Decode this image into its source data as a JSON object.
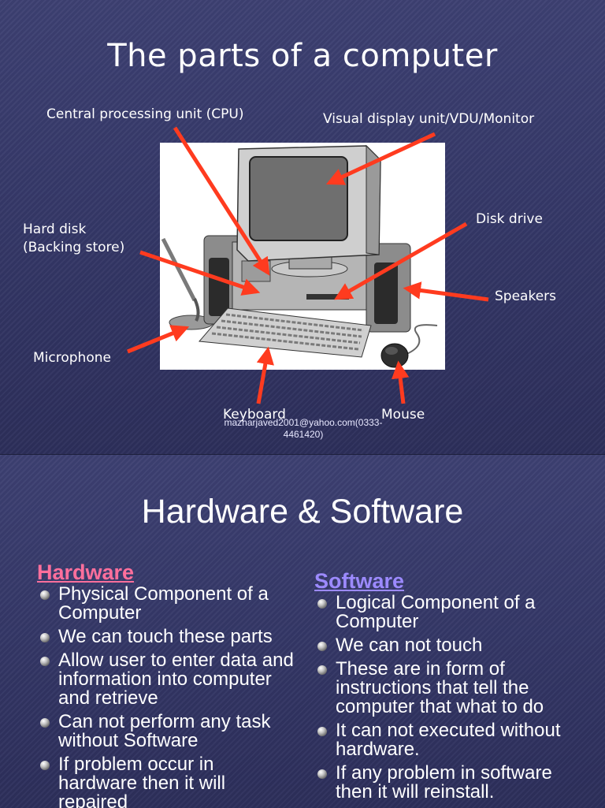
{
  "slide1": {
    "title": "The parts of a computer",
    "labels": {
      "cpu": "Central processing unit (CPU)",
      "vdu": "Visual display unit/VDU/Monitor",
      "hard_disk_1": "Hard disk",
      "hard_disk_2": "(Backing store)",
      "disk_drive": "Disk drive",
      "speakers": "Speakers",
      "microphone": "Microphone",
      "keyboard": "Keyboard",
      "mouse": "Mouse"
    },
    "credit_line1": "mazharjaved2001@yahoo.com(0333-",
    "credit_line2": "4461420)",
    "arrow_color": "#ff3b1f"
  },
  "slide2": {
    "title": "Hardware & Software",
    "hardware": {
      "heading": "Hardware",
      "items": [
        "Physical Component of a Computer",
        "We can touch these parts",
        "Allow user to enter data and information into computer and  retrieve",
        "Can not perform any task without Software",
        "If problem occur in hardware then it will repaired"
      ]
    },
    "software": {
      "heading": "Software",
      "items": [
        "Logical Component of a Computer",
        "We can not touch",
        "These are in form of instructions that tell the computer that what to do",
        "It can not executed without hardware.",
        "If any problem in software then it will reinstall."
      ]
    }
  }
}
